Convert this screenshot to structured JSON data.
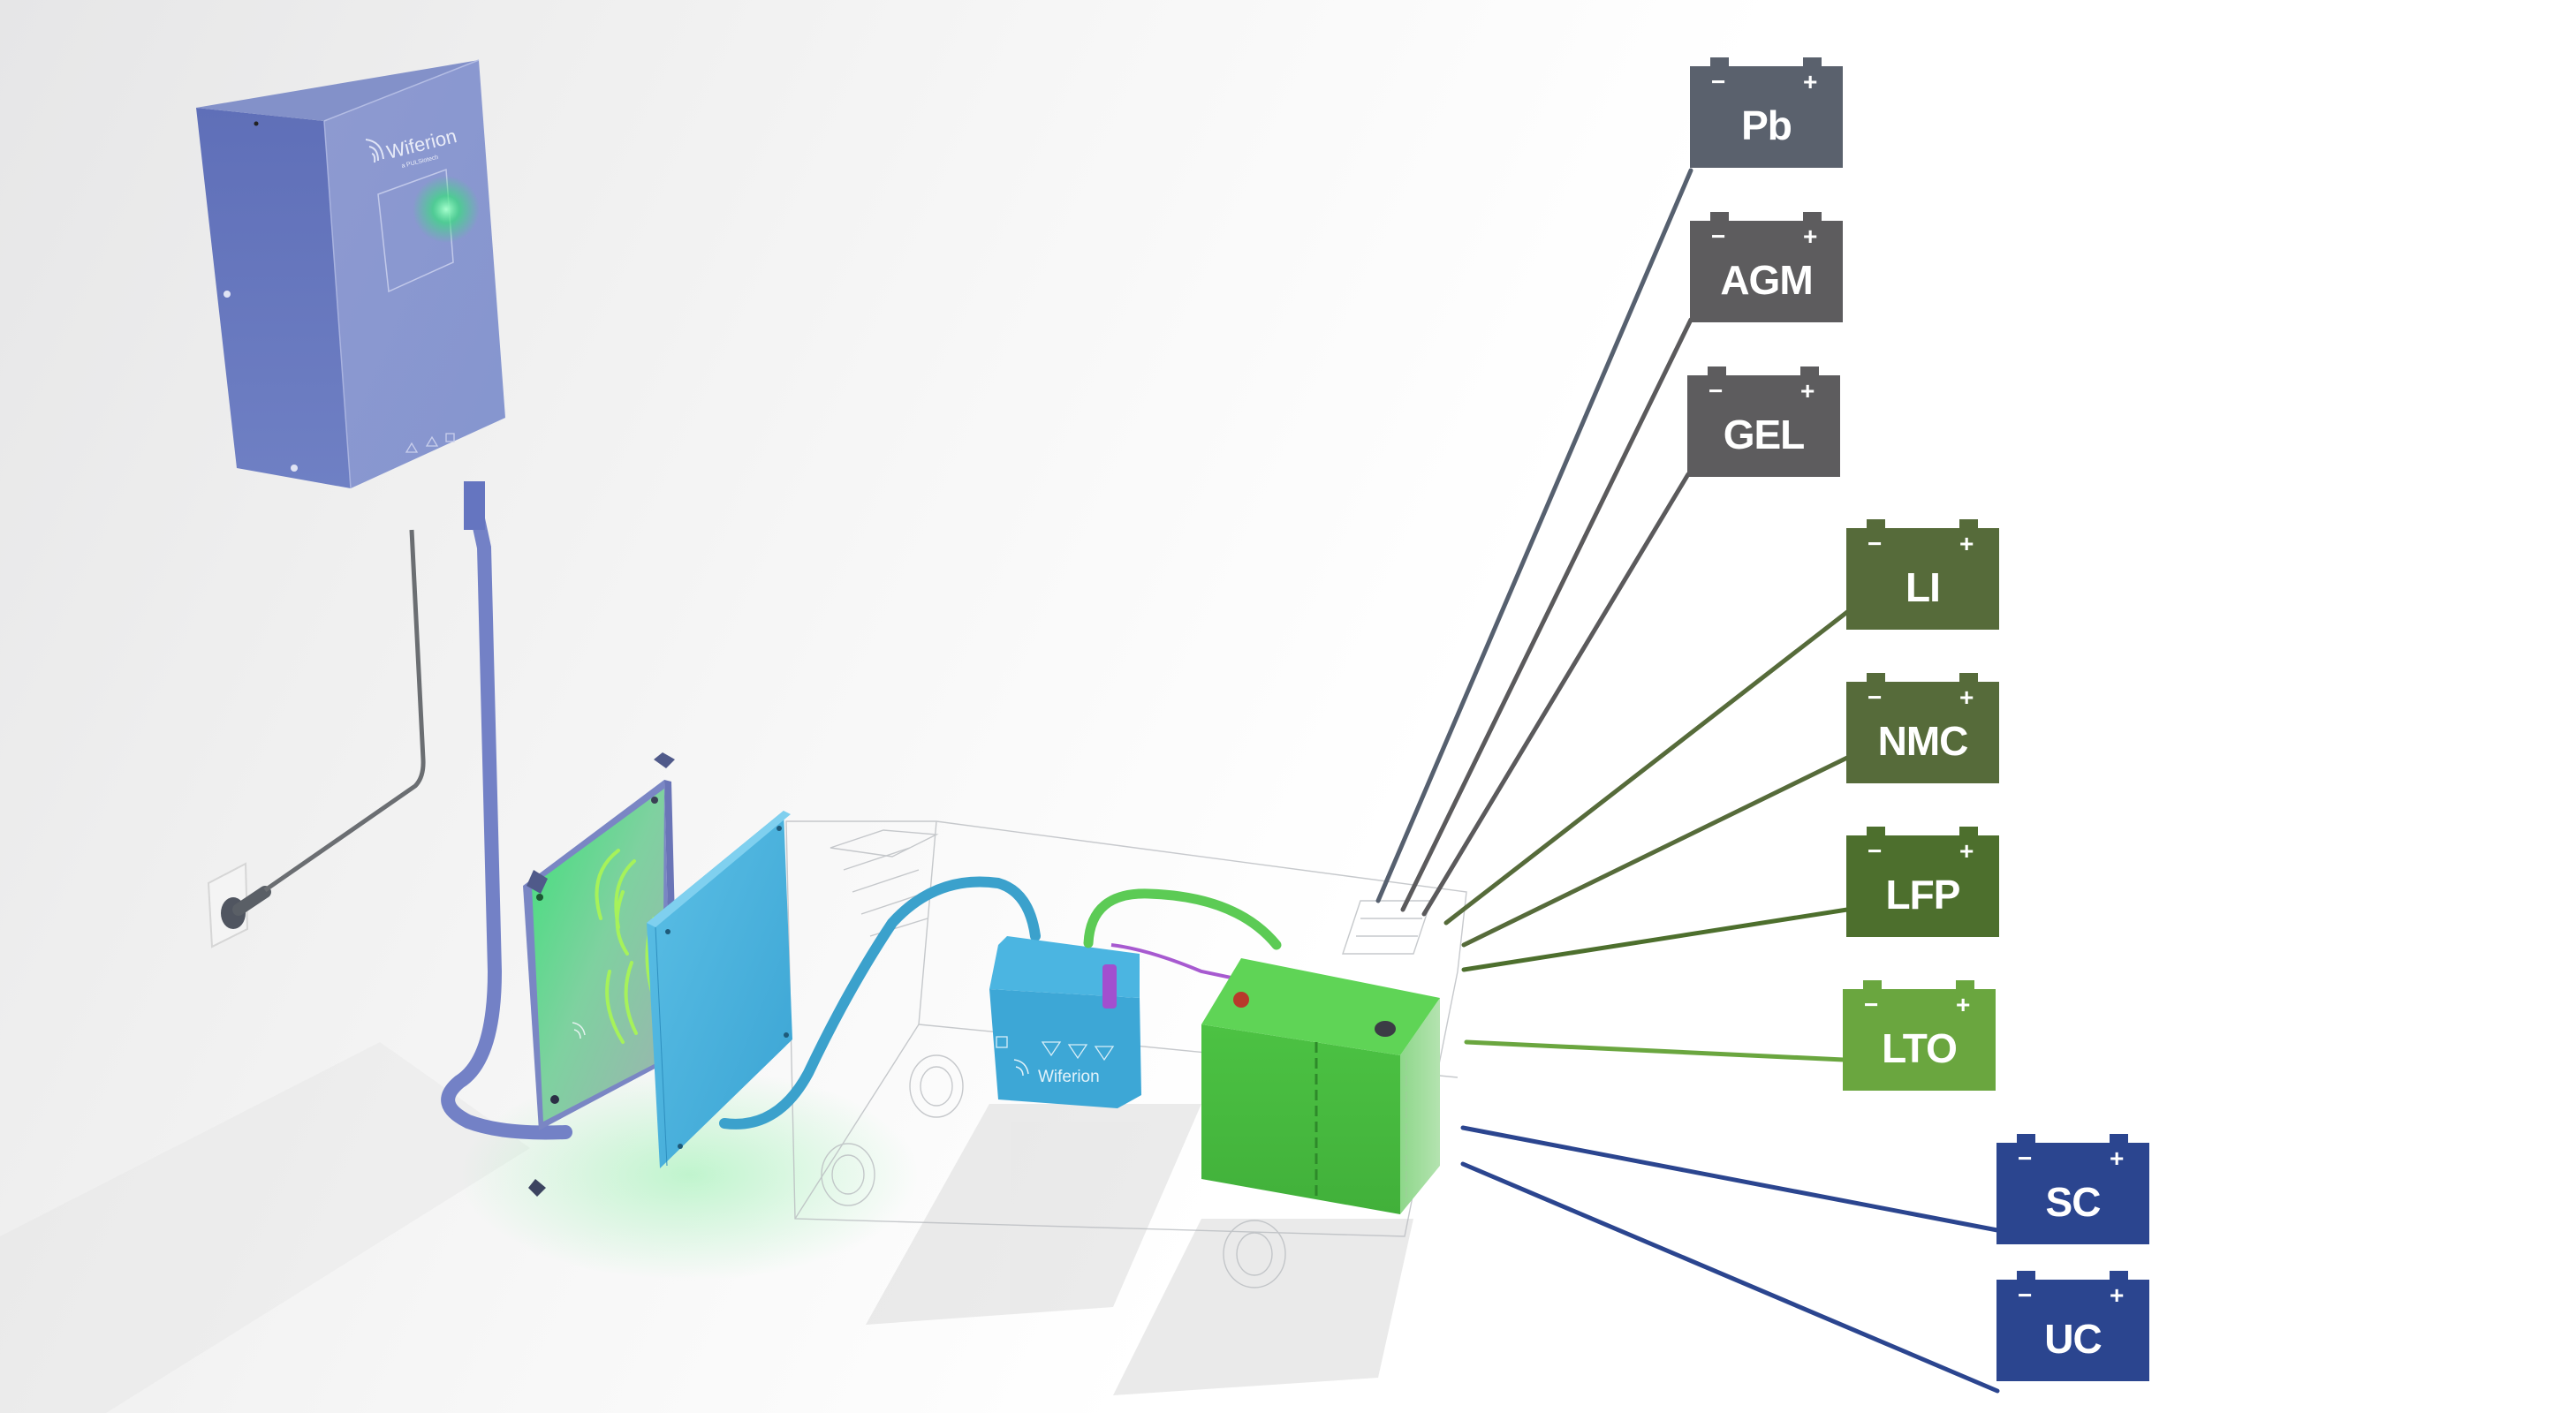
{
  "title": "Wireless charging system compatible battery chemistries",
  "brand": {
    "name": "Wiferion",
    "tagline": "a PULSiotech"
  },
  "scene_parts": [
    {
      "name": "Wall charger unit",
      "color": "#7483c6"
    },
    {
      "name": "Charging pad",
      "color": "#7a86c4"
    },
    {
      "name": "Receiver pad",
      "color": "#4fb3dc"
    },
    {
      "name": "Mobile controller",
      "color": "#3ea5d4"
    },
    {
      "name": "Vehicle battery",
      "color": "#4cbf45"
    }
  ],
  "battery_types": [
    {
      "label": "Pb",
      "color": "#5a616d",
      "line_color": "#56606f",
      "group": "lead-acid"
    },
    {
      "label": "AGM",
      "color": "#5d5c5e",
      "line_color": "#5b5a5c",
      "group": "lead-acid"
    },
    {
      "label": "GEL",
      "color": "#5d5c5e",
      "line_color": "#5b5a5c",
      "group": "lead-acid"
    },
    {
      "label": "LI",
      "color": "#566b3a",
      "line_color": "#566b3a",
      "group": "lithium"
    },
    {
      "label": "NMC",
      "color": "#566b3a",
      "line_color": "#566b3a",
      "group": "lithium"
    },
    {
      "label": "LFP",
      "color": "#4d6f2d",
      "line_color": "#4d6f2d",
      "group": "lithium"
    },
    {
      "label": "LTO",
      "color": "#6aa63f",
      "line_color": "#6aa63f",
      "group": "lithium"
    },
    {
      "label": "SC",
      "color": "#2b458f",
      "line_color": "#2b458f",
      "group": "capacitor"
    },
    {
      "label": "UC",
      "color": "#2b458f",
      "line_color": "#2b458f",
      "group": "capacitor"
    }
  ],
  "terminal_signs": {
    "negative": "−",
    "positive": "+"
  }
}
